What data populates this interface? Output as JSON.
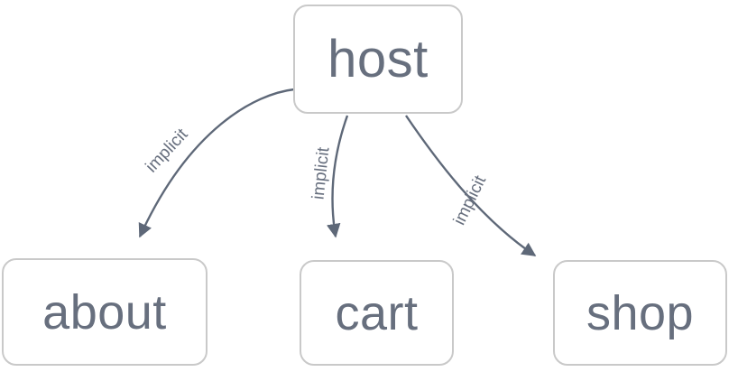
{
  "diagram": {
    "type": "directed-graph",
    "background_color": "#ffffff",
    "node_border_color": "#c9c9c9",
    "node_fill_color": "#ffffff",
    "text_color": "#676f7e",
    "edge_color": "#5e6878",
    "nodes": [
      {
        "id": "host",
        "label": "host"
      },
      {
        "id": "about",
        "label": "about"
      },
      {
        "id": "cart",
        "label": "cart"
      },
      {
        "id": "shop",
        "label": "shop"
      }
    ],
    "edges": [
      {
        "from": "host",
        "to": "about",
        "label": "implicit"
      },
      {
        "from": "host",
        "to": "cart",
        "label": "implicit"
      },
      {
        "from": "host",
        "to": "shop",
        "label": "implicit"
      }
    ]
  }
}
